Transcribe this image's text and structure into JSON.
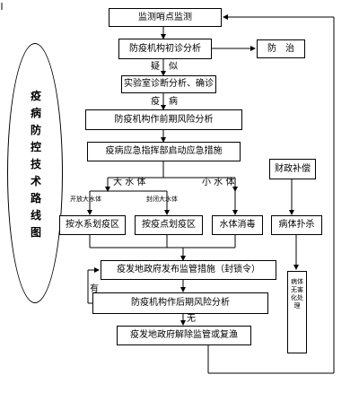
{
  "title": "疫病防控技术路线图",
  "nodes": {
    "monitor": "监测哨点监测",
    "initial_diagnosis": "防疫机构初诊分析",
    "treatment": "防　治",
    "lab_diagnosis": "实验室诊断分析、确诊",
    "early_risk": "防疫机构作前期风险分析",
    "emergency": "疫病应急指挥部启动应急措施",
    "financial": "财政补偿",
    "water_zone": "按水系划疫区",
    "point_zone": "按疫点划疫区",
    "disinfect": "水体消毒",
    "cull": "病体扑杀",
    "control": "疫发地政府发布监管措施（封锁令）",
    "later_risk": "防疫机构作后期风险分析",
    "lift": "疫发地政府解除监管或复渔",
    "harmless": "病体无害化处理"
  },
  "labels": {
    "suspect": "疑　似",
    "disease": "疫　病",
    "large_water": "大 水 体",
    "small_water": "小 水 体",
    "open_large": "开放大水体",
    "closed_large": "封闭大水体",
    "yes": "有",
    "no": "无"
  }
}
